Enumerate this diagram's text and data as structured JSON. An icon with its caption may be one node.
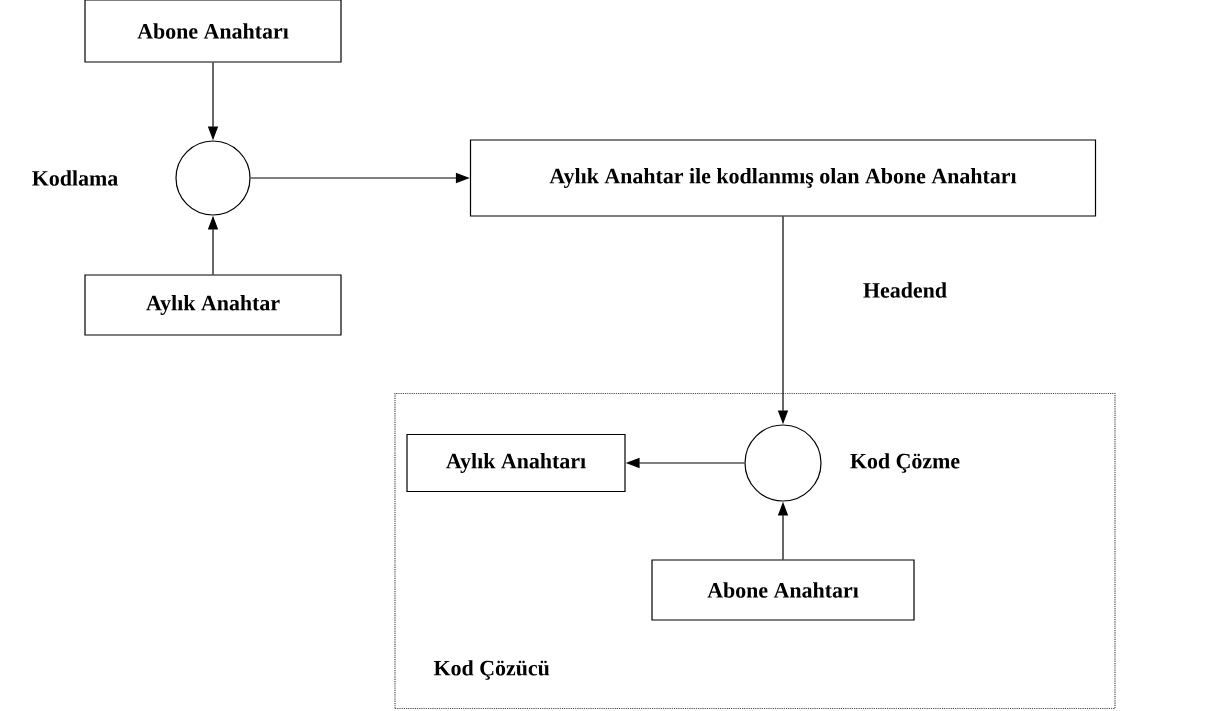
{
  "diagram": {
    "nodes": [
      {
        "text": [
          "Abone Anahtarı"
        ]
      },
      {
        "text": [],
        "shape": "circle",
        "beside": [
          "Kodlama"
        ]
      },
      {
        "text": [
          "Aylık Anahtar"
        ]
      },
      {
        "text": [
          "Aylık Anahtar ile kodlanmış olan Abone Anahtarı"
        ]
      },
      {
        "text": [
          "Kod Çözücü"
        ]
      },
      {
        "text": [],
        "shape": "circle",
        "beside": [
          "Kod Çözme"
        ],
        "in": 4
      },
      {
        "text": [
          "Aylık Anahtarı"
        ],
        "in": 4
      },
      {
        "text": [
          "Abone Anahtarı"
        ],
        "in": 4
      }
    ],
    "edges": [
      {
        "from": 0,
        "to": 1,
        "arrow": "to"
      },
      {
        "from": 2,
        "to": 1,
        "arrow": "to"
      },
      {
        "from": 1,
        "to": 3,
        "arrow": "to"
      },
      {
        "from": 3,
        "to": 5,
        "arrow": "to"
      },
      {
        "from": 5,
        "to": 6,
        "arrow": "to"
      },
      {
        "from": 7,
        "to": 5,
        "arrow": "to"
      }
    ],
    "labels": [
      "Headend"
    ]
  }
}
